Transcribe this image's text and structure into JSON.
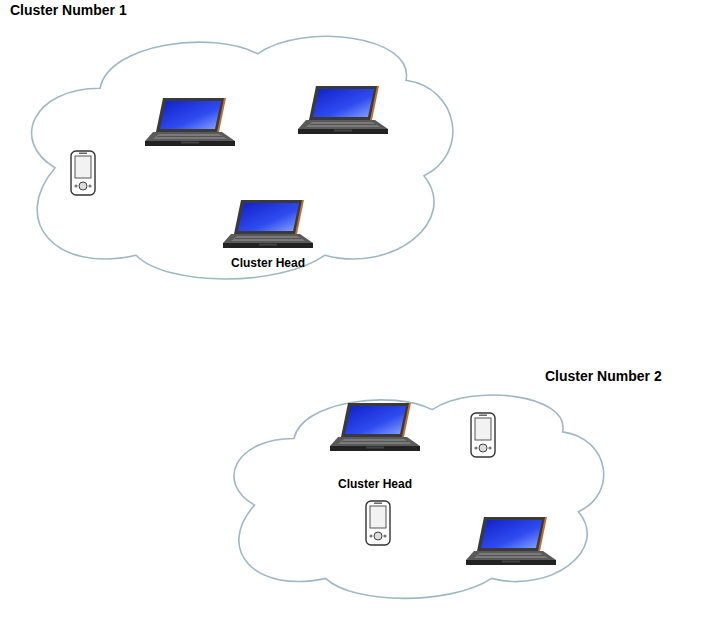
{
  "diagram": {
    "nodes": [
      {
        "text": [
          "Cluster Number 1"
        ]
      },
      {
        "text": [
          "Cluster Head"
        ],
        "in": 0
      },
      {
        "text": [
          "Cluster Number 2"
        ]
      },
      {
        "text": [
          "Cluster Head"
        ],
        "in": 2
      }
    ]
  }
}
